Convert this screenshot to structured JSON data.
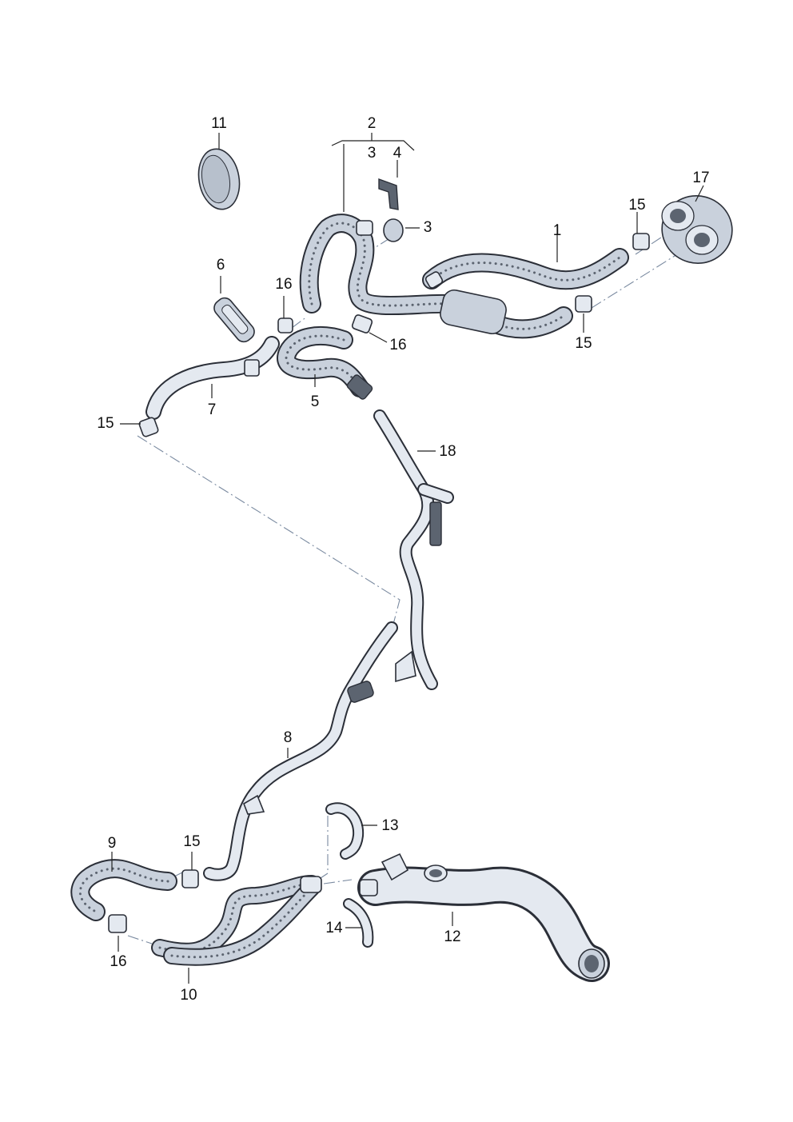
{
  "callouts": {
    "c1": "1",
    "c2": "2",
    "c3a": "3",
    "c3b": "3",
    "c4": "4",
    "c5": "5",
    "c6": "6",
    "c7": "7",
    "c8": "8",
    "c9": "9",
    "c10": "10",
    "c11": "11",
    "c12": "12",
    "c13": "13",
    "c14": "14",
    "c15a": "15",
    "c15b": "15",
    "c15c": "15",
    "c15d": "15",
    "c16a": "16",
    "c16b": "16",
    "c16c": "16",
    "c17": "17",
    "c18": "18"
  },
  "colors": {
    "hose": "#c9d1dc",
    "outline": "#2b2f38",
    "dash_line": "#7a8aa0"
  }
}
